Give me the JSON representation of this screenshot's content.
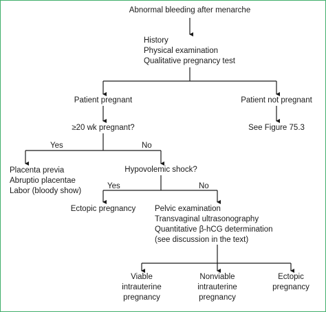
{
  "flowchart": {
    "start": "Abnormal bleeding after menarche",
    "initial_steps": [
      "History",
      "Physical examination",
      "Qualitative pregnancy test"
    ],
    "patient_pregnant": "Patient pregnant",
    "patient_not_pregnant": "Patient not pregnant",
    "see_figure": "See Figure 75.3",
    "weeks_question": "≥20 wk pregnant?",
    "yes_label_1": "Yes",
    "no_label_1": "No",
    "late_causes": [
      "Placenta previa",
      "Abruptio placentae",
      "Labor (bloody show)"
    ],
    "shock_question": "Hypovolemic shock?",
    "yes_label_2": "Yes",
    "no_label_2": "No",
    "ectopic_shock": "Ectopic pregnancy",
    "workup": [
      "Pelvic examination",
      "Transvaginal ultrasonography",
      "Quantitative β-hCG determination",
      "(see discussion in the text)"
    ],
    "outcome_viable": [
      "Viable",
      "intrauterine",
      "pregnancy"
    ],
    "outcome_nonviable": [
      "Nonviable",
      "intrauterine",
      "pregnancy"
    ],
    "outcome_ectopic": [
      "Ectopic",
      "pregnancy"
    ]
  },
  "colors": {
    "line": "#1a1a1a",
    "frame": "#3fae6a"
  }
}
